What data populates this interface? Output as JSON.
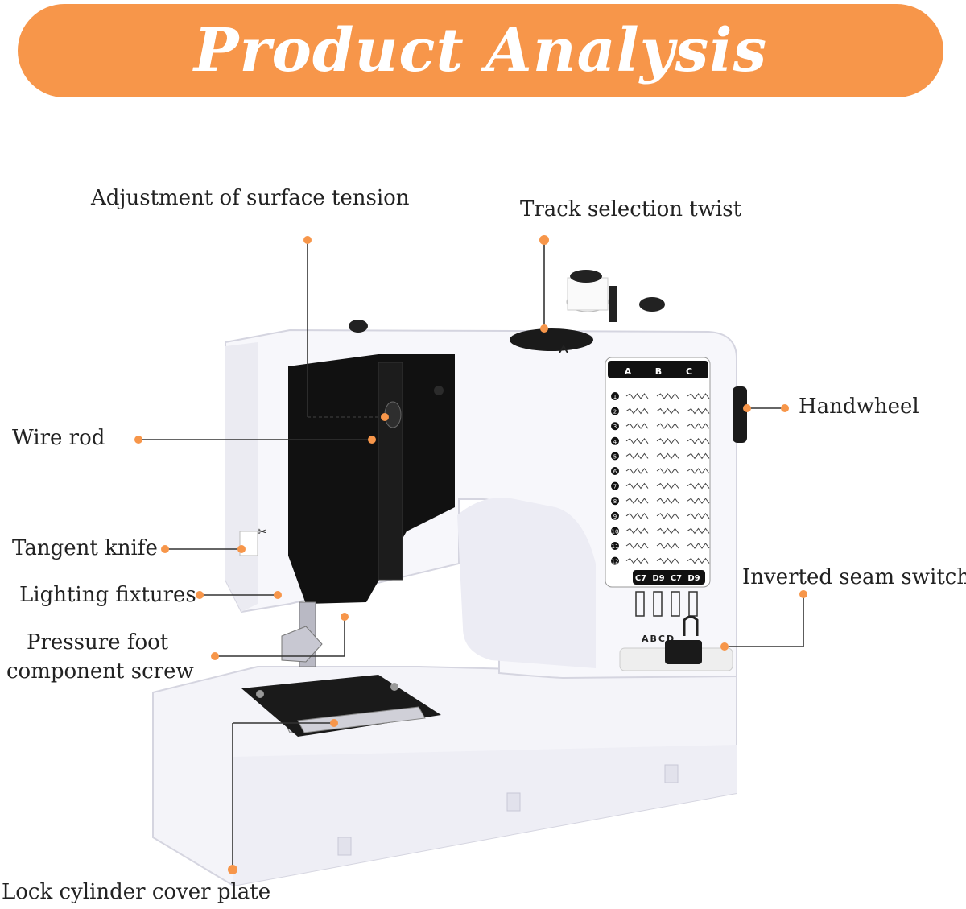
{
  "banner": {
    "title": "Product Analysis"
  },
  "colors": {
    "accent": "#f7964a",
    "line": "#333333",
    "panel": "#111111",
    "body": "#f7f7fb"
  },
  "labels": {
    "surface_tension": "Adjustment of surface tension",
    "track_selection": "Track selection twist",
    "handwheel": "Handwheel",
    "wire_rod": "Wire rod",
    "tangent_knife": "Tangent knife",
    "lighting": "Lighting fixtures",
    "pressure_foot_1": "Pressure foot",
    "pressure_foot_2": "component screw",
    "inverted_seam": "Inverted seam switch",
    "lock_cylinder": "Lock cylinder cover plate"
  },
  "stitch_panel": {
    "columns": [
      "A",
      "B",
      "C"
    ],
    "rows": [
      "1",
      "2",
      "3",
      "4",
      "5",
      "6",
      "7",
      "8",
      "9",
      "10",
      "11",
      "12"
    ],
    "codes": [
      "C7",
      "D9",
      "C7",
      "D9"
    ],
    "switch_letters": "ABCD"
  }
}
